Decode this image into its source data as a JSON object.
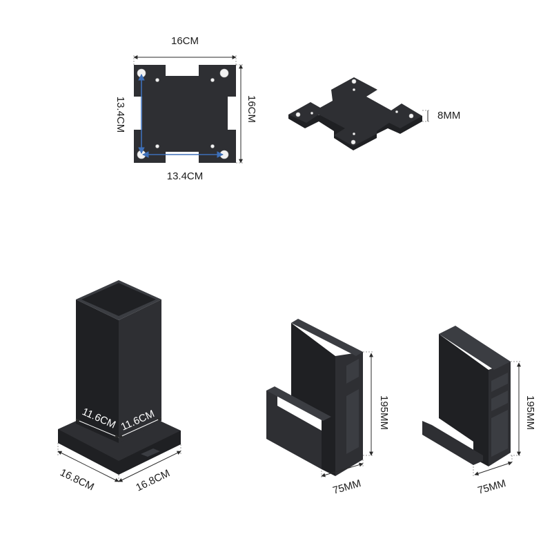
{
  "plate_front": {
    "width_label": "16CM",
    "height_label": "16CM",
    "hole_spacing_vertical_label": "13.4CM",
    "hole_spacing_horizontal_label": "13.4CM"
  },
  "plate_iso": {
    "thickness_label": "8MM"
  },
  "stand_tower": {
    "inner_width_label": "11.6CM",
    "inner_depth_label": "11.6CM",
    "base_width_label": "16.8CM",
    "base_depth_label": "16.8CM"
  },
  "holder_a": {
    "height_label": "195MM",
    "depth_label": "75MM"
  },
  "holder_b": {
    "height_label": "195MM",
    "depth_label": "75MM"
  },
  "colors": {
    "part": "#2e2f33",
    "dimension_line": "#2a2a2a",
    "hole_spacing_line": "#3d6fb8",
    "background": "#ffffff"
  }
}
